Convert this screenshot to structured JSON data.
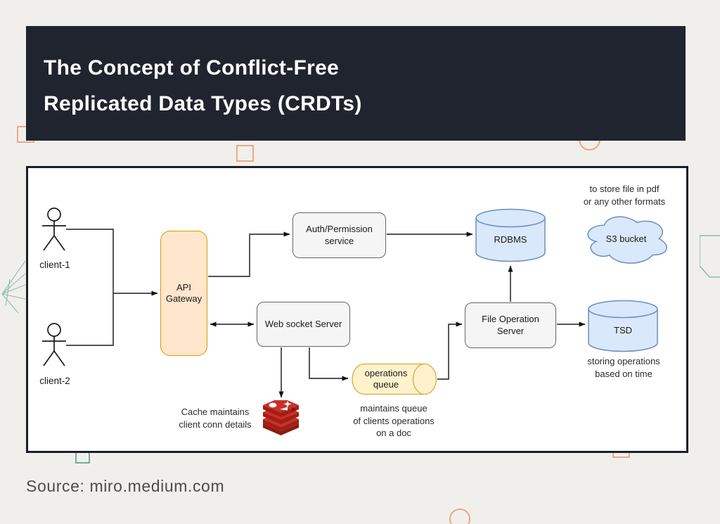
{
  "header": {
    "title_line1": "The Concept of Conflict-Free",
    "title_line2": "Replicated Data Types (CRDTs)",
    "title": "The Concept of Conflict-Free\nReplicated Data Types (CRDTs)",
    "bg_color": "#20242f"
  },
  "footer": {
    "source_text": "Source: miro.medium.com"
  },
  "diagram": {
    "actors": {
      "client1_label": "client-1",
      "client2_label": "client-2"
    },
    "nodes": {
      "api_gateway": "API\nGateway",
      "auth_service": "Auth/Permission\nservice",
      "websocket_server": "Web socket Server",
      "file_operation_server": "File Operation\nServer",
      "rdbms": "RDBMS",
      "tsd": "TSD",
      "s3_bucket": "S3 bucket",
      "operations_queue": "operations\nqueue"
    },
    "notes": {
      "s3_note": "to store file in pdf\nor any other formats",
      "tsd_note": "storing operations\nbased on time",
      "queue_note": "maintains queue\nof clients operations\non a doc",
      "redis_note": "Cache maintains\nclient conn details"
    },
    "icons": {
      "redis": "redis-database-icon"
    }
  },
  "colors": {
    "background": "#f1efec",
    "header_bg": "#20242f",
    "panel_border": "#1b1f2a",
    "gateway_fill": "#ffe6cc",
    "gateway_border": "#d79b00",
    "service_fill": "#f5f5f5",
    "service_border": "#666666",
    "db_fill": "#dae8fc",
    "db_border": "#6c8ebf",
    "queue_fill": "#fff2cc",
    "queue_border": "#d6b656",
    "redis_red": "#a41e11",
    "deco_orange": "#eba886",
    "deco_teal": "#74ac9d"
  }
}
